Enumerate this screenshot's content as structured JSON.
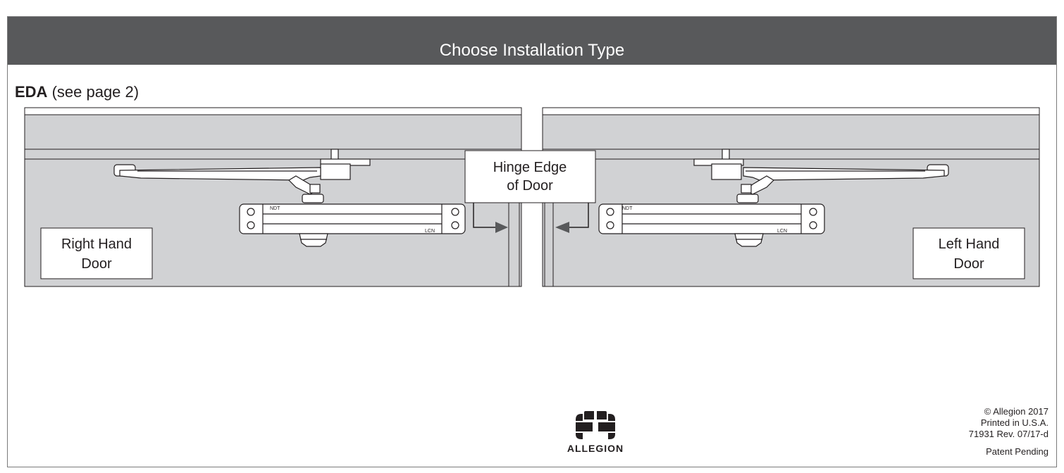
{
  "header": {
    "title": "Choose Installation Type"
  },
  "section": {
    "label_bold": "EDA",
    "label_rest": " (see page 2)"
  },
  "diagram": {
    "right_door_label": [
      "Right Hand",
      "Door"
    ],
    "left_door_label": [
      "Left Hand",
      "Door"
    ],
    "hinge_label": [
      "Hinge Edge",
      "of Door"
    ],
    "closer_model_mark": "NDT",
    "closer_brand_mark": "LCN"
  },
  "footer": {
    "logo_name": "ALLEGION",
    "copyright": "© Allegion 2017",
    "printed": "Printed in U.S.A.",
    "revision": "71931 Rev. 07/17-d",
    "patent": "Patent Pending"
  },
  "colors": {
    "header_bg": "#58595b",
    "panel_gray": "#d1d2d4",
    "line": "#231f20"
  }
}
